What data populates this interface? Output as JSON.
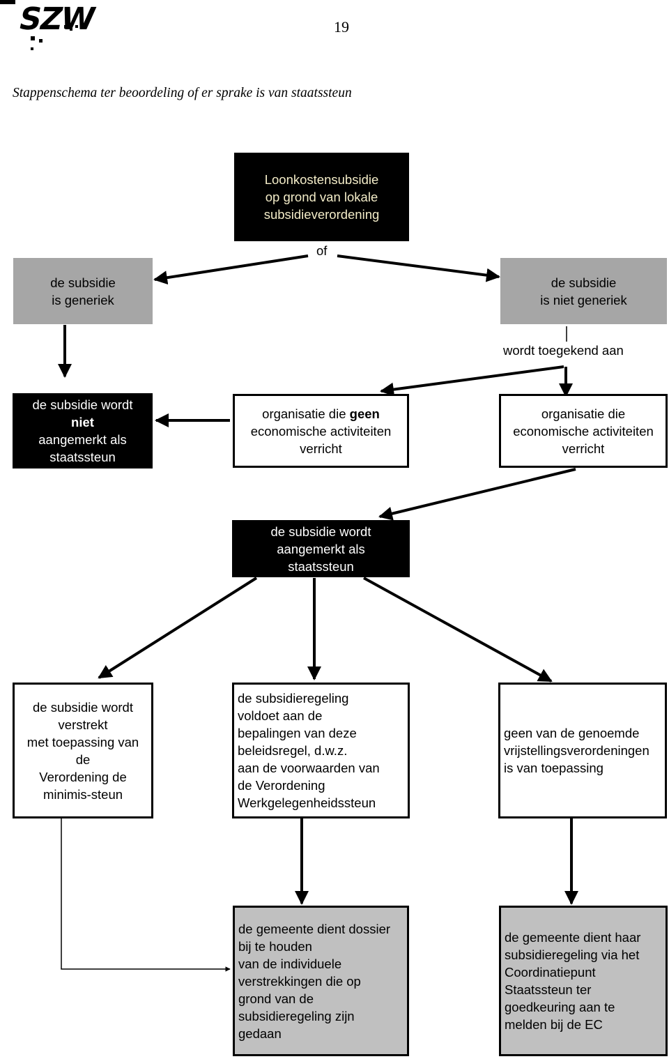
{
  "header": {
    "logo_text": "SZW",
    "page_number": "19"
  },
  "title": "Stappenschema ter beoordeling of er sprake is van staatssteun",
  "flowchart": {
    "top_box": [
      "Loonkostensubsidie",
      "op grond van lokale",
      "subsidieverordening"
    ],
    "of_label": "of",
    "generic_box": [
      "de subsidie",
      "is generiek"
    ],
    "not_generic_box": [
      "de subsidie",
      "is niet generiek"
    ],
    "granted_to_label": "wordt toegekend aan",
    "not_state_aid_box": {
      "line1": "de subsidie wordt",
      "line2": "niet",
      "line3": "aangemerkt  als",
      "line4": "staatssteun"
    },
    "no_economic_box": {
      "line1_pre": "organisatie die ",
      "line1_bold": "geen",
      "line2": "economische activiteiten",
      "line3": "verricht"
    },
    "economic_box": [
      "organisatie die",
      "economische activiteiten",
      "verricht"
    ],
    "state_aid_box": [
      "de subsidie wordt",
      "aangemerkt als",
      "staatssteun"
    ],
    "de_minimis_box": [
      "de subsidie wordt",
      "verstrekt",
      "met toepassing van",
      "de",
      "Verordening de",
      "minimis-steun"
    ],
    "employment_aid_box": [
      "de subsidieregeling",
      "voldoet aan de",
      "bepalingen van deze",
      "beleidsregel, d.w.z.",
      "aan de voorwaarden van",
      "de Verordening",
      "Werkgelegenheidssteun"
    ],
    "no_exemption_box": [
      "geen van de genoemde",
      "vrijstellingsverordeningen",
      "is van toepassing"
    ],
    "dossier_box": [
      "de gemeente dient dossier",
      "bij te houden",
      "van de individuele",
      "verstrekkingen die op",
      "grond van de",
      "subsidieregeling zijn",
      "gedaan"
    ],
    "notify_box": [
      "de gemeente dient haar",
      "subsidieregeling via het",
      "Coordinatiepunt",
      "Staatssteun ter",
      "goedkeuring aan te",
      "melden bij de EC"
    ]
  },
  "colors": {
    "black_box": "#000000",
    "gray_box": "#a6a6a6",
    "light_gray_box": "#c0c0c0",
    "top_box_text": "#f3ecc8"
  }
}
